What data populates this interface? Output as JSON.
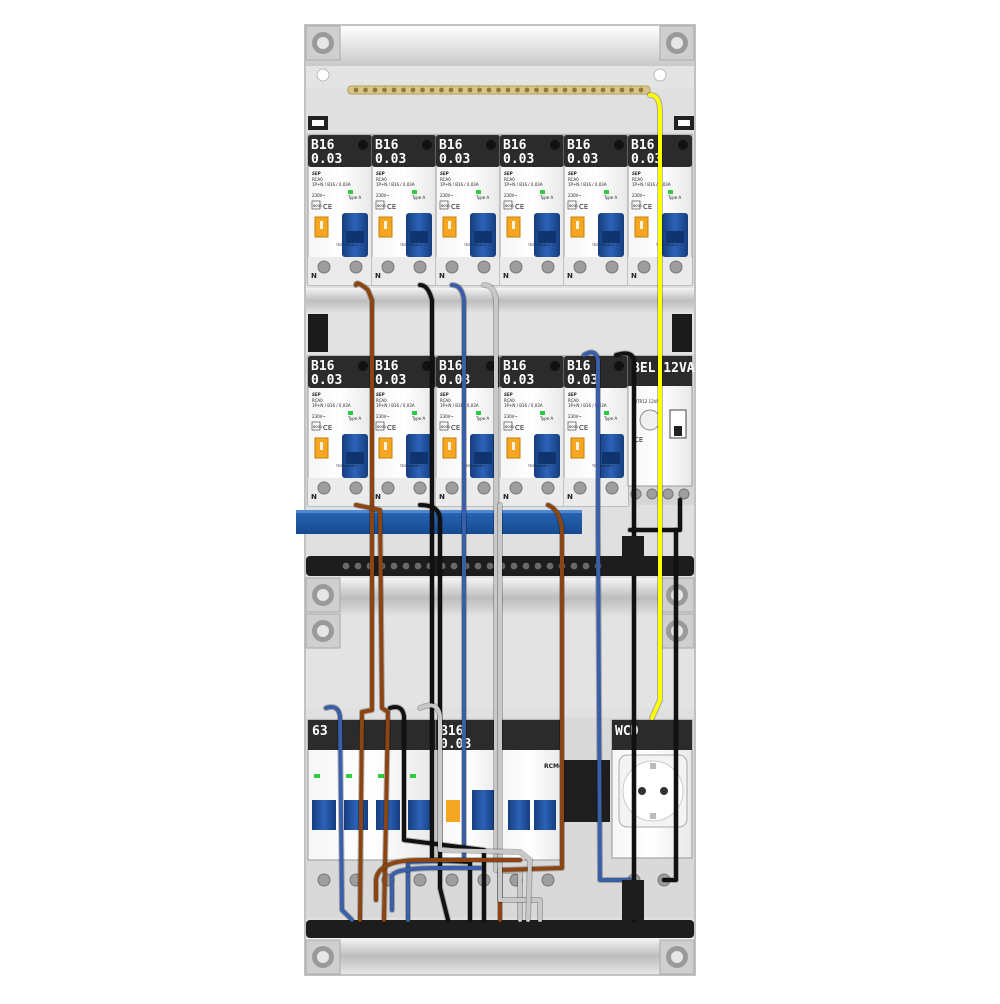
{
  "panel": {
    "row1": [
      {
        "rating": "B16",
        "sensitivity": "0.03"
      },
      {
        "rating": "B16",
        "sensitivity": "0.03"
      },
      {
        "rating": "B16",
        "sensitivity": "0.03"
      },
      {
        "rating": "B16",
        "sensitivity": "0.03"
      },
      {
        "rating": "B16",
        "sensitivity": "0.03"
      },
      {
        "rating": "B16",
        "sensitivity": "0.03"
      }
    ],
    "row2": [
      {
        "rating": "B16",
        "sensitivity": "0.03"
      },
      {
        "rating": "B16",
        "sensitivity": "0.03"
      },
      {
        "rating": "B16",
        "sensitivity": "0.03"
      },
      {
        "rating": "B16",
        "sensitivity": "0.03"
      },
      {
        "rating": "B16",
        "sensitivity": "0.03"
      }
    ],
    "bell_transformer": {
      "label": "BEL 12VA",
      "small_text": "DTR12\n12VA"
    },
    "row3": {
      "main_switch": {
        "label": "63"
      },
      "rcbo": {
        "rating": "B16",
        "sensitivity": "0.03"
      },
      "rcm_label": "RCM4",
      "socket_label": "WCD"
    },
    "device_text": {
      "brand": "SEP",
      "model": "RCA0",
      "spec": "1P+N / B16 / 0,03A",
      "neutral": "N",
      "test": "TEST monthly",
      "voltage": "230V~",
      "class": "6000",
      "ce": "CE",
      "type": "Type A"
    },
    "colors": {
      "enclosure": "#dcdcdc",
      "module_header": "#2b2b2b",
      "toggle_blue": "#1f4f9a",
      "indicator_orange": "#f5a623",
      "wire_brown": "#8b4513",
      "wire_blue": "#3a5fa8",
      "wire_black": "#111111",
      "wire_grey": "#c8c8c8",
      "wire_yellow": "#ffff00",
      "busbar_brass": "#d9c58a",
      "comb_bar_blue": "#1d55a0"
    }
  }
}
